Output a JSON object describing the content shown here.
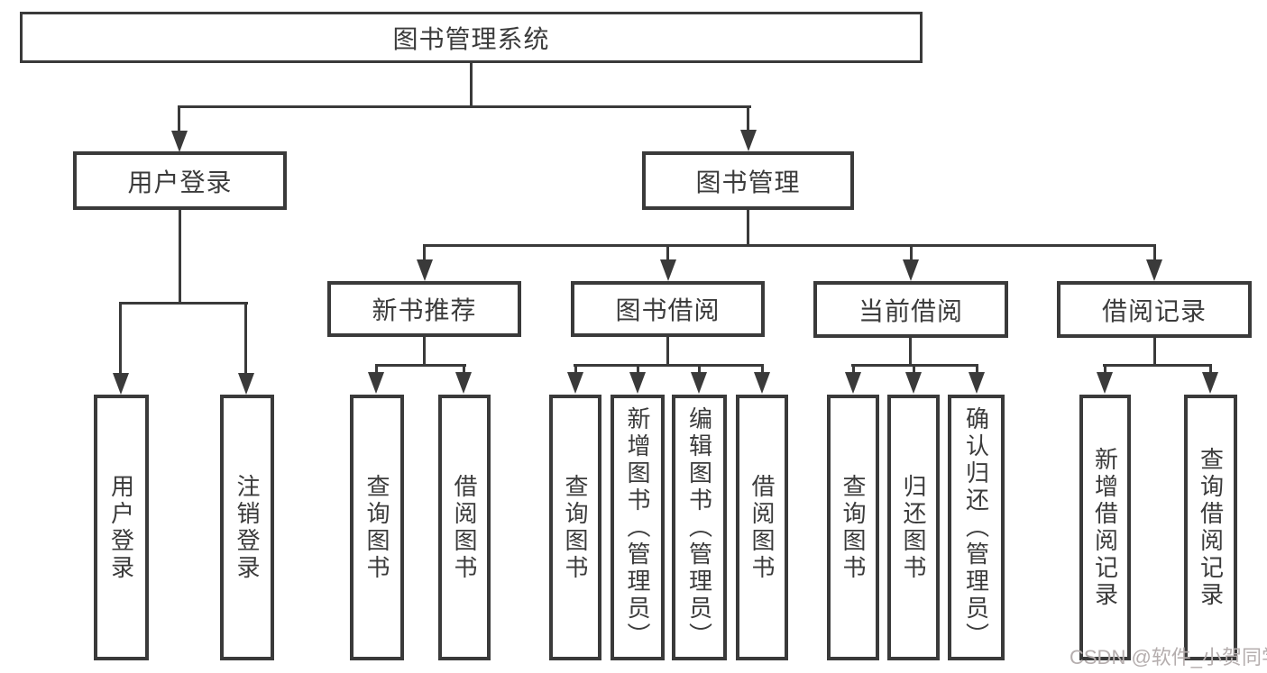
{
  "colors": {
    "line": "#3a3a3a",
    "text": "#3b3b3b",
    "background": "#ffffff",
    "watermark": "#b5aeae"
  },
  "watermark": {
    "text": "CSDN @软件_小贺同学"
  },
  "tree": {
    "root": {
      "label": "图书管理系统"
    },
    "level2": [
      {
        "label": "用户登录",
        "children": [
          {
            "label": "用户登录"
          },
          {
            "label": "注销登录"
          }
        ]
      },
      {
        "label": "图书管理",
        "children": [
          {
            "label": "新书推荐",
            "children": [
              {
                "label": "查询图书"
              },
              {
                "label": "借阅图书"
              }
            ]
          },
          {
            "label": "图书借阅",
            "children": [
              {
                "label": "查询图书"
              },
              {
                "label": "新增图书（管理员）"
              },
              {
                "label": "编辑图书（管理员）"
              },
              {
                "label": "借阅图书"
              }
            ]
          },
          {
            "label": "当前借阅",
            "children": [
              {
                "label": "查询图书"
              },
              {
                "label": "归还图书"
              },
              {
                "label": "确认归还（管理员）"
              }
            ]
          },
          {
            "label": "借阅记录",
            "children": [
              {
                "label": "新增借阅记录"
              },
              {
                "label": "查询借阅记录"
              }
            ]
          }
        ]
      }
    ]
  }
}
